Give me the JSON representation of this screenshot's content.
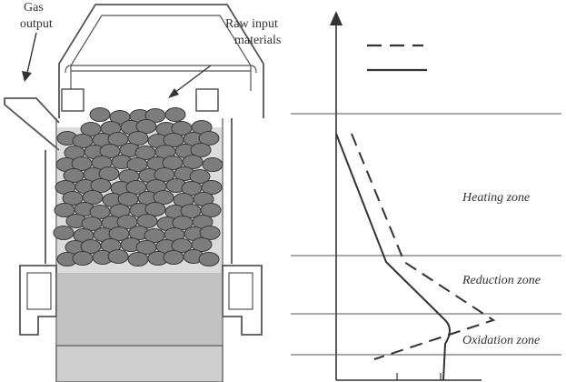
{
  "labels": {
    "gas_output_line1": "Gas",
    "gas_output_line2": "output",
    "raw_input_line1": "Raw input",
    "raw_input_line2": "materials"
  },
  "zones": [
    {
      "name": "heating",
      "label": "Heating zone"
    },
    {
      "name": "reduction",
      "label": "Reduction zone"
    },
    {
      "name": "oxidation",
      "label": "Oxidation zone"
    }
  ],
  "legend": {
    "entries": [
      {
        "style": "dashed",
        "label": ""
      },
      {
        "style": "solid",
        "label": ""
      }
    ]
  },
  "colors": {
    "stroke": "#555555",
    "pellet_fill": "#7d7d7d",
    "pellet_stroke": "#3a3a3a",
    "bed_fill": "#9a9a9a",
    "ash_fill": "#cfcfcf"
  }
}
